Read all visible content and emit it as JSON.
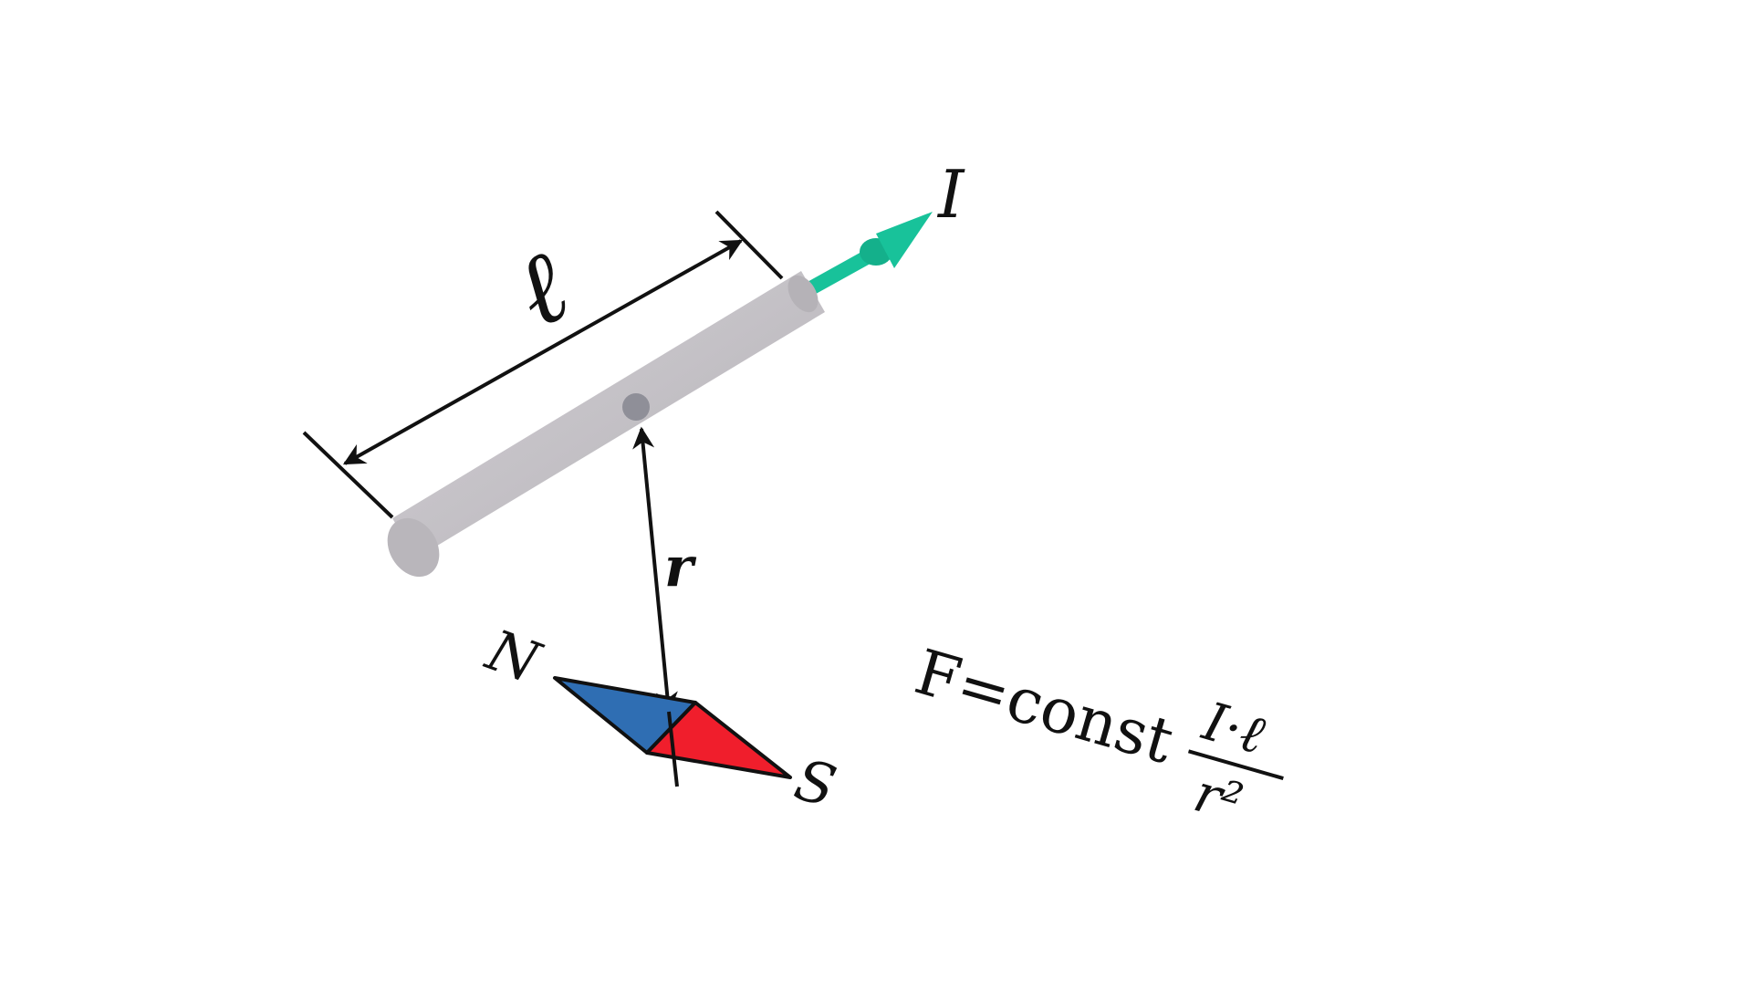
{
  "labels": {
    "current": "I",
    "length": "ℓ",
    "distance": "r",
    "north": "N",
    "south": "S"
  },
  "formula": {
    "lhs": "F=const",
    "numerator": "I·ℓ",
    "denominator": "r²"
  },
  "colors": {
    "background": "#ffffff",
    "wire": "#c4c1c6",
    "wire_end": "#b5b2b7",
    "wire_center_dot": "#8f8f98",
    "current_arrow": "#18c29a",
    "needle_north": "#2f6eb3",
    "needle_south": "#f01e2c",
    "line": "#111111"
  }
}
